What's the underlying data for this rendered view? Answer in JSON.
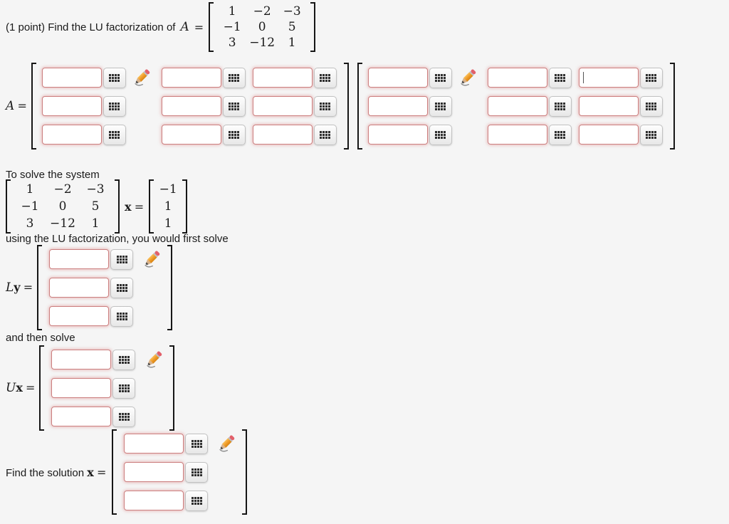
{
  "colors": {
    "background": "#f5f5f5",
    "input_border": "#cc7f7f",
    "input_glow": "rgba(221,138,138,0.55)",
    "bracket": "#161616",
    "keypad_dots": "#2f2f2f",
    "pencil_body": "#f0a030",
    "pencil_eraser": "#e0606a"
  },
  "icons": {
    "keypad": "keypad-icon (3x4 grid of dark squares)",
    "pencil": "pencil-icon (orange pencil with red eraser, equation-editor)"
  },
  "problem": {
    "statement_prefix": "(1 point) Find the LU factorization of",
    "var": "A",
    "equals": "=",
    "matrix": [
      [
        "1",
        "−2",
        "−3"
      ],
      [
        "−1",
        "0",
        "5"
      ],
      [
        "3",
        "−12",
        "1"
      ]
    ]
  },
  "answers": {
    "label_var": "A",
    "equals": "=",
    "l_inputs": [
      [
        "",
        "",
        ""
      ],
      [
        "",
        "",
        ""
      ],
      [
        "",
        "",
        ""
      ]
    ],
    "u_inputs": [
      [
        "",
        "",
        ""
      ],
      [
        "",
        "",
        ""
      ],
      [
        "",
        "",
        ""
      ]
    ]
  },
  "system": {
    "intro": "To solve the system",
    "matrix": [
      [
        "1",
        "−2",
        "−3"
      ],
      [
        "−1",
        "0",
        "5"
      ],
      [
        "3",
        "−12",
        "1"
      ]
    ],
    "x": "x",
    "equals": "=",
    "rhs": [
      "−1",
      "1",
      "1"
    ],
    "outro": "using the LU factorization, you would first solve"
  },
  "ly": {
    "var_l": "L",
    "var_y": "y",
    "equals": "=",
    "inputs": [
      "",
      "",
      ""
    ]
  },
  "mid": {
    "and_then": "and then solve"
  },
  "ux": {
    "var_u": "U",
    "var_x": "x",
    "equals": "=",
    "inputs": [
      "",
      "",
      ""
    ]
  },
  "solution": {
    "prefix": "Find the solution",
    "var_x": "x",
    "equals": "=",
    "inputs": [
      "",
      "",
      ""
    ]
  }
}
